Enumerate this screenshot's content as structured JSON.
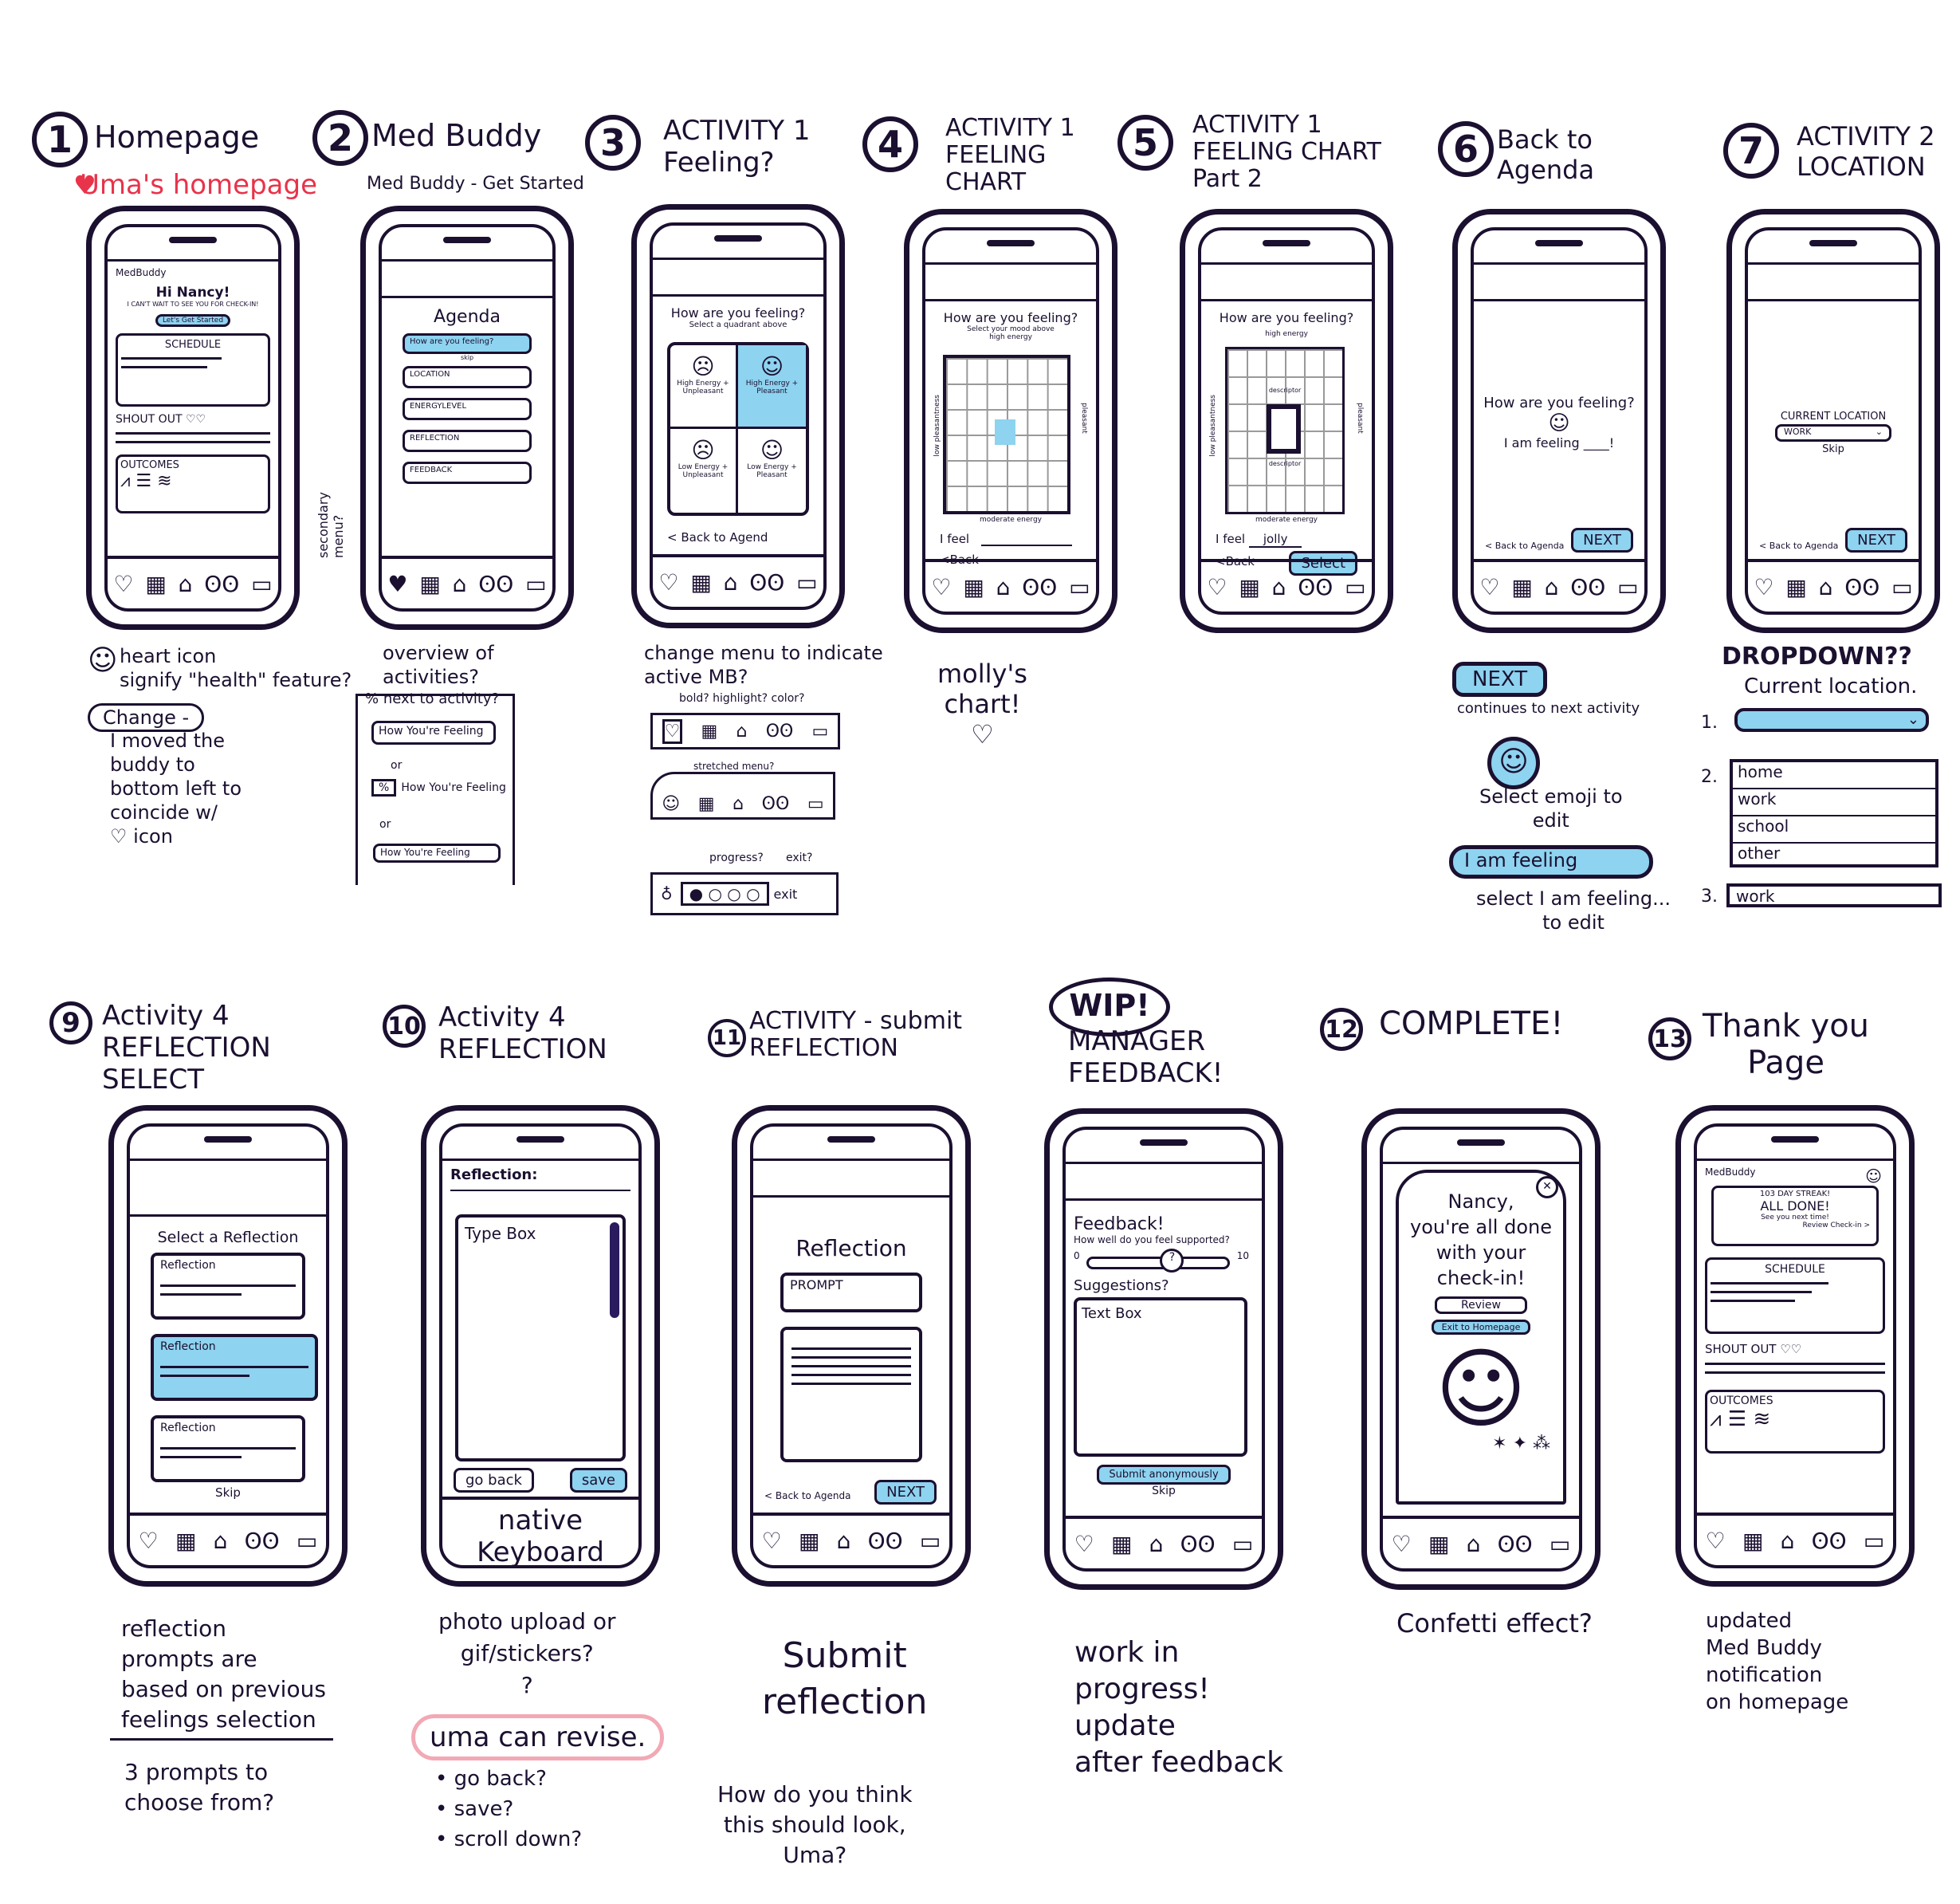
{
  "row1": {
    "s1": {
      "num": "1",
      "title": "Homepage",
      "sub": "Uma's homepage",
      "app": "MedBuddy",
      "greeting": "Hi Nancy!",
      "greeting_sub": "I CAN'T WAIT TO SEE YOU FOR CHECK-IN!",
      "cta": "Let's Get Started",
      "schedule": "SCHEDULE",
      "shoutout": "SHOUT OUT ♡♡",
      "outcomes": "OUTCOMES",
      "note": "heart icon\nsignify \"health\" feature?",
      "change": "Change -",
      "change_note": "I moved the\nbuddy to\nbottom left to\ncoincide w/\n♡ icon"
    },
    "s2": {
      "num": "2",
      "title": "Med Buddy",
      "sub": "Med Buddy - Get Started",
      "agenda": "Agenda",
      "items": [
        "How are you feeling?",
        "LOCATION",
        "ENERGYLEVEL",
        "REFLECTION",
        "FEEDBACK"
      ],
      "skip": "skip",
      "side": "secondary menu?",
      "note": "overview of\nactivities?",
      "note2": "% next to activity?",
      "opt1": "How You're Feeling",
      "or1": "or",
      "opt2": "How You're Feeling",
      "or2": "or",
      "opt3": "How You're Feeling"
    },
    "s3": {
      "num": "3",
      "title": "ACTIVITY 1\nFeeling?",
      "q": "How are you feeling?",
      "qsub": "Select a quadrant above",
      "quads": [
        "High Energy + Unpleasant",
        "High Energy + Pleasant",
        "Low Energy + Unpleasant",
        "Low Energy + Pleasant"
      ],
      "back": "< Back to Agend",
      "note": "change menu to indicate\nactive MB?",
      "note2": "bold? highlight? color?",
      "note3": "stretched menu?",
      "note4": "progress?",
      "note5": "exit?",
      "exit": "exit"
    },
    "s4": {
      "num": "4",
      "title": "ACTIVITY 1\nFEELING\nCHART",
      "q": "How are you feeling?",
      "qsub": "Select your mood above",
      "high": "high energy",
      "moderate": "moderate energy",
      "pleasant": "pleasant",
      "low": "low pleasantness",
      "feel": "I feel",
      "back": "<Back",
      "note": "molly's\nchart!\n♡"
    },
    "s5": {
      "num": "5",
      "title": "ACTIVITY 1\nFEELING CHART\nPart 2",
      "q": "How are you feeling?",
      "high": "high energy",
      "moderate": "moderate energy",
      "descriptor": "descriptor",
      "pleasant": "pleasant",
      "low": "low pleasantness",
      "feel": "I feel",
      "feel_val": "jolly",
      "back": "<Back",
      "select": "Select"
    },
    "s6": {
      "num": "6",
      "title": "Back to\nAgenda",
      "q": "How are you feeling?",
      "feel": "I am feeling",
      "back": "< Back to Agenda",
      "next": "NEXT",
      "n1": "NEXT",
      "n1_note": "continues to next activity",
      "n2_note": "Select emoji to\nedit",
      "n3": "I am feeling",
      "n3_note": "select I am feeling...\nto edit"
    },
    "s7": {
      "num": "7",
      "title": "ACTIVITY 2\nLOCATION",
      "loc": "CURRENT LOCATION",
      "val": "WORK",
      "skip": "Skip",
      "back": "< Back to Agenda",
      "next": "NEXT",
      "note": "DROPDOWN??",
      "note2": "Current location.",
      "n1": "1.",
      "n2": "2.",
      "n3": "3.",
      "options": [
        "home",
        "work",
        "school",
        "other"
      ],
      "n3_val": "work"
    }
  },
  "row2": {
    "s9": {
      "num": "9",
      "title": "Activity 4\nREFLECTION\nSELECT",
      "select": "Select a Reflection",
      "items": [
        "Reflection",
        "Reflection",
        "Reflection"
      ],
      "skip": "Skip",
      "note": "reflection\nprompts are\nbased on previous\nfeelings selection",
      "note2": "3 prompts to\nchoose from?"
    },
    "s10": {
      "num": "10",
      "title": "Activity 4\nREFLECTION",
      "label": "Reflection:",
      "typebox": "Type Box",
      "goback": "go back",
      "save": "save",
      "keyboard": "native\nKeyboard",
      "note": "photo upload or\ngif/stickers?\n?",
      "pill": "uma can revise.",
      "note2": "• go back?\n• save?\n• scroll down?"
    },
    "s11": {
      "num": "11",
      "title": "ACTIVITY - submit\nREFLECTION",
      "heading": "Reflection",
      "prompt": "PROMPT",
      "back": "< Back to Agenda",
      "next": "NEXT",
      "note": "Submit\nreflection",
      "note2": "How do you think\nthis should look,\nUma?"
    },
    "s12wip": {
      "badge": "WIP!",
      "title": "MANAGER\nFEEDBACK!",
      "heading": "Feedback!",
      "q": "How well do you feel supported?",
      "min": "0",
      "max": "10",
      "sugg": "Suggestions?",
      "textbox": "Text Box",
      "submit": "Submit anonymously",
      "skip": "Skip",
      "note": "work in\nprogress!\nupdate\nafter feedback"
    },
    "s12": {
      "num": "12",
      "title": "COMPLETE!",
      "msg": "Nancy,\nyou're all done\nwith your\ncheck-in!",
      "review": "Review",
      "exit": "Exit to Homepage",
      "note": "Confetti effect?"
    },
    "s13": {
      "num": "13",
      "title": "Thank you\nPage",
      "app": "MedBuddy",
      "streak": "103 DAY STREAK!",
      "done": "ALL DONE!",
      "done_sub": "See you next time!",
      "review": "Review Check-in >",
      "schedule": "SCHEDULE",
      "shoutout": "SHOUT OUT ♡♡",
      "outcomes": "OUTCOMES",
      "note": "updated\nMed Buddy\nnotification\non homepage"
    }
  },
  "colors": {
    "ink": "#1b1030",
    "accent": "#8ed3ef",
    "pink": "#f2a9b5",
    "heart": "#e8334a"
  },
  "icons": {
    "nav": [
      "heart-icon",
      "calendar-icon",
      "home-icon",
      "people-icon",
      "chat-icon"
    ]
  }
}
